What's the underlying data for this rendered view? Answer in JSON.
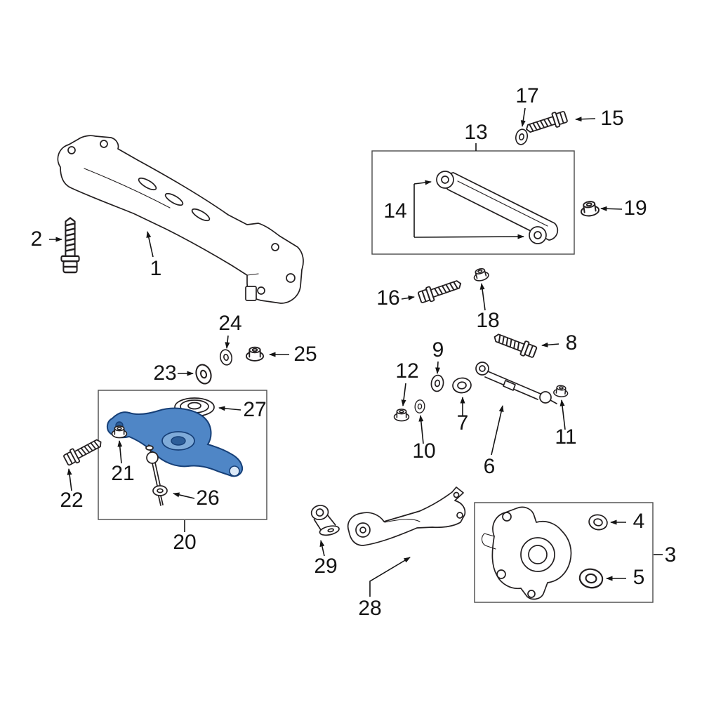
{
  "diagram": {
    "kind": "exploded-parts-diagram",
    "subject": "rear-suspension",
    "background": "#ffffff",
    "line_color": "#231f20",
    "box_border_color": "#4a4a4a",
    "highlight": {
      "fill": "#4f86c6",
      "stroke": "#163f77",
      "light": "#7fabd9",
      "dark": "#2d5e99",
      "callout": "20"
    },
    "callouts": [
      {
        "num": "1",
        "part": "suspension-crossmember"
      },
      {
        "num": "2",
        "part": "crossmember-bolt"
      },
      {
        "num": "3",
        "part": "knuckle-assembly-group"
      },
      {
        "num": "4",
        "part": "knuckle-bushing-small"
      },
      {
        "num": "5",
        "part": "knuckle-bushing-large"
      },
      {
        "num": "6",
        "part": "adjust-link"
      },
      {
        "num": "7",
        "part": "link-bushing"
      },
      {
        "num": "8",
        "part": "link-bolt"
      },
      {
        "num": "9",
        "part": "washer"
      },
      {
        "num": "10",
        "part": "washer-small"
      },
      {
        "num": "11",
        "part": "link-end-nut"
      },
      {
        "num": "12",
        "part": "flange-nut"
      },
      {
        "num": "13",
        "part": "upper-arm-assembly-group"
      },
      {
        "num": "14",
        "part": "upper-arm-bushings"
      },
      {
        "num": "15",
        "part": "arm-bolt-upper"
      },
      {
        "num": "16",
        "part": "arm-bolt-lower"
      },
      {
        "num": "17",
        "part": "washer-upper"
      },
      {
        "num": "18",
        "part": "flange-nut-lower"
      },
      {
        "num": "19",
        "part": "flange-nut-side"
      },
      {
        "num": "20",
        "part": "lower-control-arm-group-highlighted"
      },
      {
        "num": "21",
        "part": "arm-bushing-nut"
      },
      {
        "num": "22",
        "part": "arm-bolt-outer"
      },
      {
        "num": "23",
        "part": "washer-large"
      },
      {
        "num": "24",
        "part": "washer-small"
      },
      {
        "num": "25",
        "part": "flange-nut"
      },
      {
        "num": "26",
        "part": "stabilizer-link"
      },
      {
        "num": "27",
        "part": "spring-seat"
      },
      {
        "num": "28",
        "part": "trailing-arm"
      },
      {
        "num": "29",
        "part": "trailing-arm-bushing"
      }
    ]
  }
}
